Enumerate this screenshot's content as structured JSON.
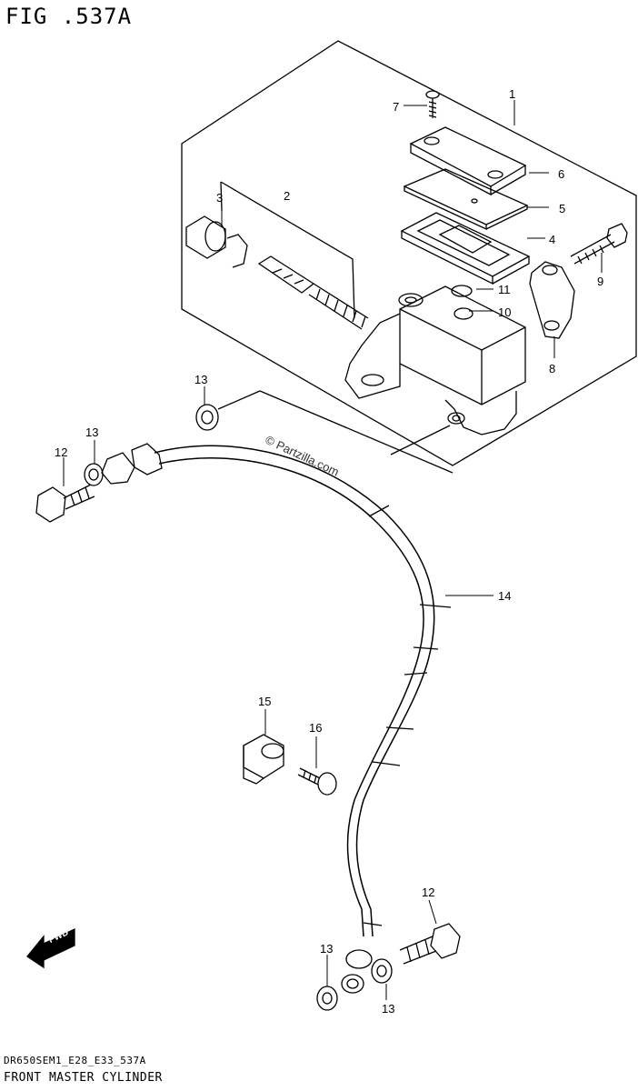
{
  "figure": {
    "title": "FIG .537A",
    "code": "DR650SEM1_E28_E33_537A",
    "name": "FRONT MASTER CYLINDER",
    "watermark": "© Partzilla.com",
    "fwd_label": "FWD"
  },
  "callouts": [
    {
      "id": "1",
      "label": "1"
    },
    {
      "id": "2",
      "label": "2"
    },
    {
      "id": "3",
      "label": "3"
    },
    {
      "id": "4",
      "label": "4"
    },
    {
      "id": "5",
      "label": "5"
    },
    {
      "id": "6",
      "label": "6"
    },
    {
      "id": "7",
      "label": "7"
    },
    {
      "id": "8",
      "label": "8"
    },
    {
      "id": "9",
      "label": "9"
    },
    {
      "id": "10",
      "label": "10"
    },
    {
      "id": "11",
      "label": "11"
    },
    {
      "id": "12a",
      "label": "12"
    },
    {
      "id": "12b",
      "label": "12"
    },
    {
      "id": "13a",
      "label": "13"
    },
    {
      "id": "13b",
      "label": "13"
    },
    {
      "id": "13c",
      "label": "13"
    },
    {
      "id": "13d",
      "label": "13"
    },
    {
      "id": "14",
      "label": "14"
    },
    {
      "id": "15",
      "label": "15"
    },
    {
      "id": "16",
      "label": "16"
    }
  ]
}
